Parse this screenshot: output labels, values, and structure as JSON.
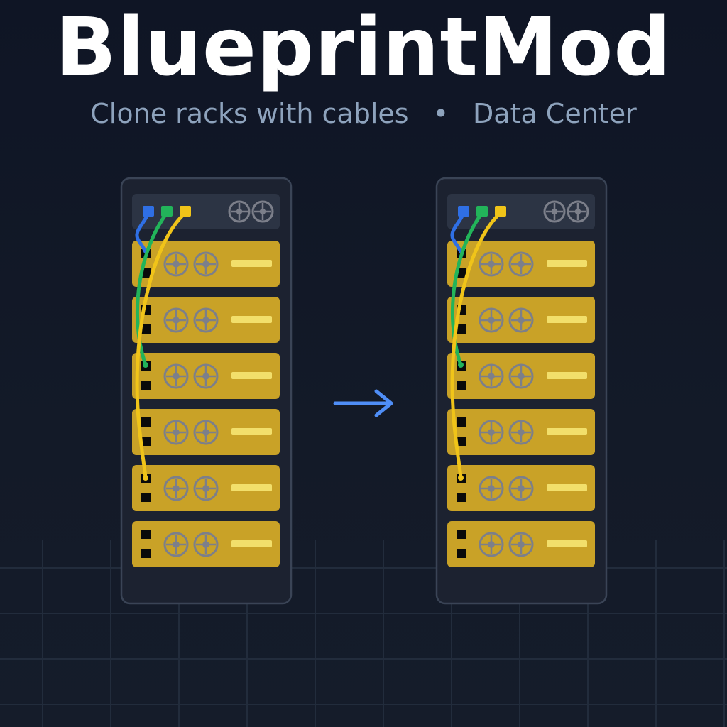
{
  "header": {
    "title": "BlueprintMod",
    "subtitle_left": "Clone racks with cables",
    "separator": "•",
    "subtitle_right": "Data Center"
  },
  "colors": {
    "background": "#111827",
    "rack_frame": "#1c2230",
    "rack_border": "#3a4456",
    "rack_top_panel": "#2c3444",
    "server_unit": "#c9a227",
    "server_bar": "#f2df6b",
    "port": "#0a0a0a",
    "fan": "#7c7f8a",
    "arrow": "#4f8ef7",
    "cable_blue": "#2f6fe4",
    "cable_green": "#22b45a",
    "cable_yellow": "#f0c419",
    "grid": "#222c3c"
  },
  "racks": [
    {
      "label": "source-rack",
      "server_units": 6
    },
    {
      "label": "cloned-rack",
      "server_units": 6
    }
  ],
  "icons": [
    "rack-fan-icon",
    "server-fan-icon",
    "port-icon",
    "right-arrow-icon"
  ]
}
